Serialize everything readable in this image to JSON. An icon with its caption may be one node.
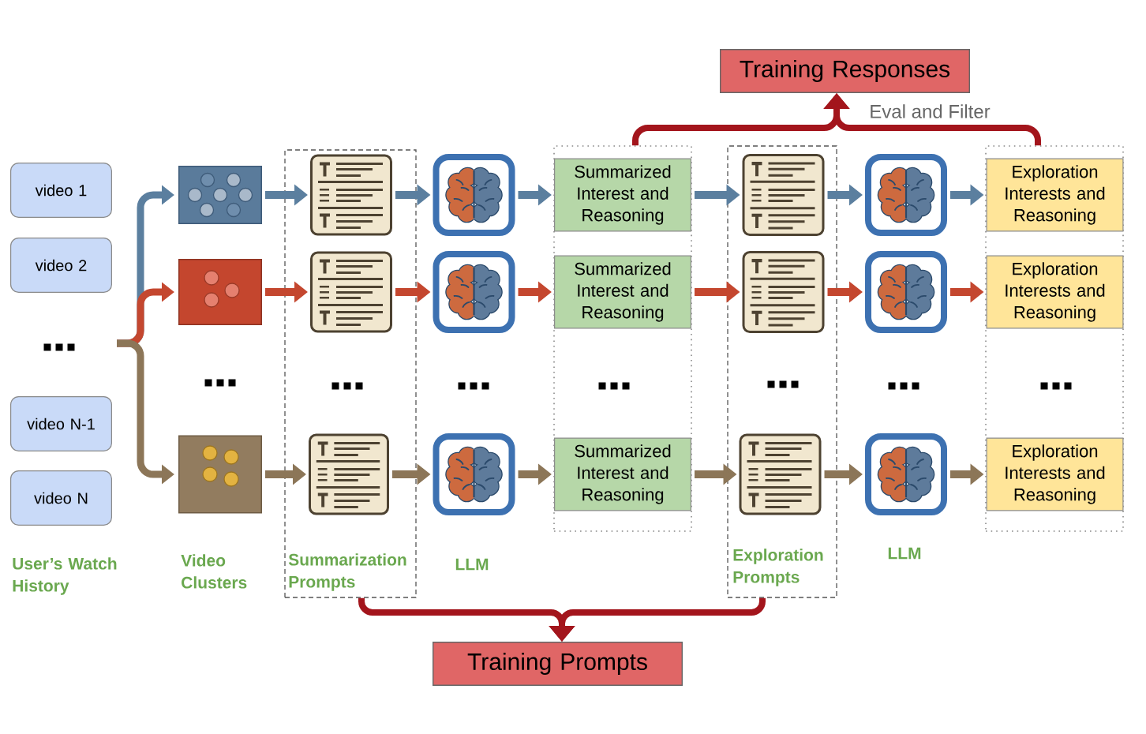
{
  "diagram": {
    "nodes": [
      {
        "text": [
          "Training Responses"
        ]
      },
      {
        "text": [
          "video 1"
        ]
      },
      {
        "text": [
          "video 2"
        ]
      },
      {
        "text": [
          "video N-1"
        ]
      },
      {
        "text": [
          "video N"
        ]
      },
      {
        "text": [],
        "shape": "box"
      },
      {
        "text": [],
        "shape": "box"
      },
      {
        "text": [],
        "shape": "box"
      },
      {
        "text": [
          "Summarization Prompts"
        ]
      },
      {
        "text": [],
        "shape": "picture",
        "in": 8
      },
      {
        "text": [],
        "shape": "picture",
        "in": 8
      },
      {
        "text": [],
        "shape": "picture",
        "in": 8
      },
      {
        "text": [],
        "shape": "picture"
      },
      {
        "text": [],
        "shape": "picture"
      },
      {
        "text": [],
        "shape": "picture"
      },
      {
        "text": [],
        "shape": "box"
      },
      {
        "text": [
          "Summarized Interest and Reasoning"
        ],
        "in": 15
      },
      {
        "text": [
          "Summarized Interest and Reasoning"
        ],
        "in": 15
      },
      {
        "text": [
          "Summarized Interest and Reasoning"
        ],
        "in": 15
      },
      {
        "text": [
          "Exploration Prompts"
        ]
      },
      {
        "text": [],
        "shape": "picture",
        "in": 19
      },
      {
        "text": [],
        "shape": "picture",
        "in": 19
      },
      {
        "text": [],
        "shape": "picture",
        "in": 19
      },
      {
        "text": [],
        "shape": "picture"
      },
      {
        "text": [],
        "shape": "picture"
      },
      {
        "text": [],
        "shape": "picture"
      },
      {
        "text": [],
        "shape": "box"
      },
      {
        "text": [
          "Exploration Interests and Reasoning"
        ],
        "in": 26
      },
      {
        "text": [
          "Exploration Interests and Reasoning"
        ],
        "in": 26
      },
      {
        "text": [
          "Exploration Interests and Reasoning"
        ],
        "in": 26
      },
      {
        "text": [
          "Training Prompts"
        ]
      }
    ],
    "edges": [
      {
        "from": null,
        "to": 5,
        "arrow": "to",
        "color": "#5b7f9f"
      },
      {
        "from": null,
        "to": 6,
        "arrow": "to",
        "color": "#c4472f"
      },
      {
        "from": null,
        "to": 7,
        "arrow": "to",
        "color": "#8c7658"
      },
      {
        "from": 5,
        "to": 9,
        "arrow": "to",
        "color": "#5b7f9f"
      },
      {
        "from": 9,
        "to": 12,
        "arrow": "to",
        "color": "#5b7f9f"
      },
      {
        "from": 12,
        "to": 16,
        "arrow": "to",
        "color": "#5b7f9f"
      },
      {
        "from": 16,
        "to": 20,
        "arrow": "to",
        "color": "#5b7f9f"
      },
      {
        "from": 20,
        "to": 23,
        "arrow": "to",
        "color": "#5b7f9f"
      },
      {
        "from": 23,
        "to": 27,
        "arrow": "to",
        "color": "#5b7f9f"
      },
      {
        "from": 6,
        "to": 10,
        "arrow": "to",
        "color": "#c4472f"
      },
      {
        "from": 10,
        "to": 13,
        "arrow": "to",
        "color": "#c4472f"
      },
      {
        "from": 13,
        "to": 17,
        "arrow": "to",
        "color": "#c4472f"
      },
      {
        "from": 17,
        "to": 21,
        "arrow": "to",
        "color": "#c4472f"
      },
      {
        "from": 21,
        "to": 24,
        "arrow": "to",
        "color": "#c4472f"
      },
      {
        "from": 24,
        "to": 28,
        "arrow": "to",
        "color": "#c4472f"
      },
      {
        "from": 7,
        "to": 11,
        "arrow": "to",
        "color": "#8c7658"
      },
      {
        "from": 11,
        "to": 14,
        "arrow": "to",
        "color": "#8c7658"
      },
      {
        "from": 14,
        "to": 18,
        "arrow": "to",
        "color": "#8c7658"
      },
      {
        "from": 18,
        "to": 22,
        "arrow": "to",
        "color": "#8c7658"
      },
      {
        "from": 22,
        "to": 25,
        "arrow": "to",
        "color": "#8c7658"
      },
      {
        "from": 25,
        "to": 29,
        "arrow": "to",
        "color": "#8c7658"
      },
      {
        "from": 15,
        "to": 0,
        "arrow": "to",
        "color": "#a3151c"
      },
      {
        "from": 26,
        "to": 0,
        "arrow": "to",
        "color": "#a3151c",
        "label": "Eval and Filter"
      },
      {
        "from": 8,
        "to": 30,
        "arrow": "to",
        "color": "#a3151c"
      },
      {
        "from": 19,
        "to": 30,
        "arrow": "to",
        "color": "#a3151c"
      }
    ],
    "labels": [
      "User’s Watch History",
      "Video Clusters",
      "LLM",
      "LLM"
    ]
  }
}
